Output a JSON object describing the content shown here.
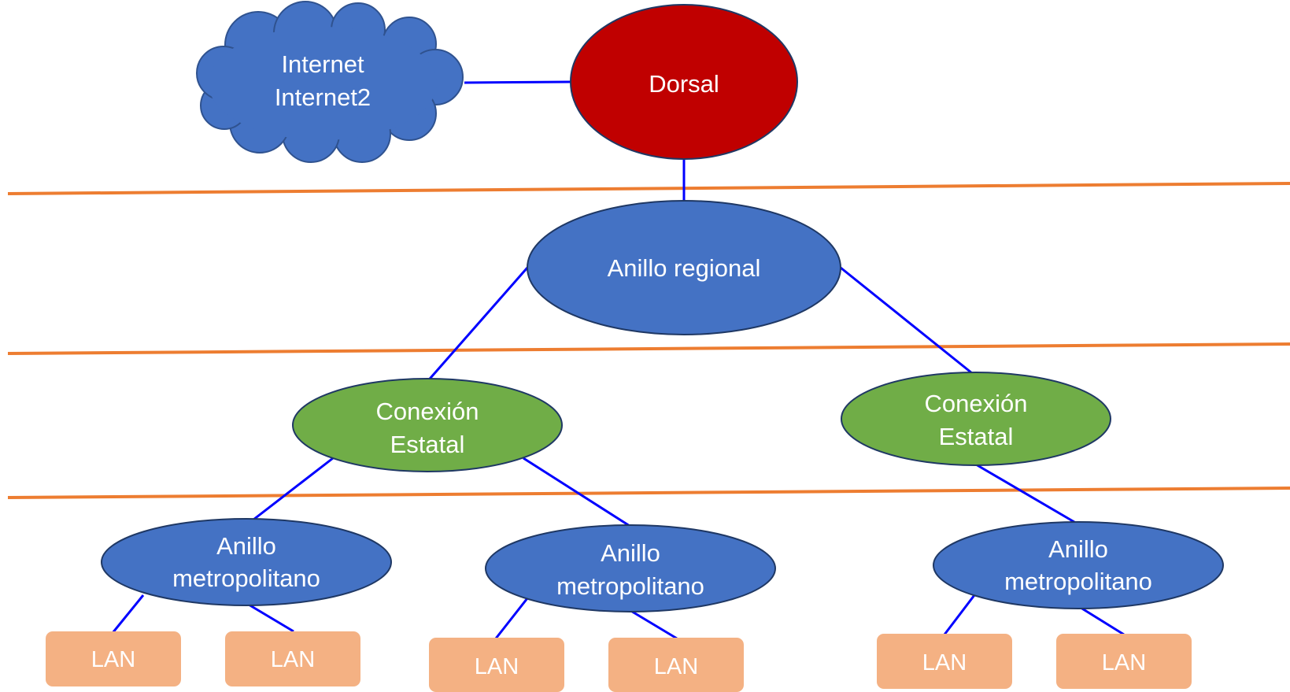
{
  "colors": {
    "background": "#ffffff",
    "cloud_fill": "#4472c4",
    "cloud_stroke": "#2f528f",
    "backbone_fill": "#c00000",
    "regional_fill": "#4472c4",
    "state_fill": "#70ad47",
    "metro_fill": "#4472c4",
    "lan_fill": "#f4b183",
    "node_stroke": "#1f3864",
    "connector": "#0000ff",
    "tier_divider": "#ed7d31",
    "light_text": "#ffffff"
  },
  "cloud": {
    "label_line1": "Internet",
    "label_line2": "Internet2"
  },
  "backbone": {
    "label": "Dorsal"
  },
  "regional_ring": {
    "label": "Anillo regional"
  },
  "state_connections": [
    {
      "label_line1": "Conexión",
      "label_line2": "Estatal"
    },
    {
      "label_line1": "Conexión",
      "label_line2": "Estatal"
    }
  ],
  "metro_rings": [
    {
      "label_line1": "Anillo",
      "label_line2": "metropolitano"
    },
    {
      "label_line1": "Anillo",
      "label_line2": "metropolitano"
    },
    {
      "label_line1": "Anillo",
      "label_line2": "metropolitano"
    }
  ],
  "lans": [
    {
      "label": "LAN"
    },
    {
      "label": "LAN"
    },
    {
      "label": "LAN"
    },
    {
      "label": "LAN"
    },
    {
      "label": "LAN"
    },
    {
      "label": "LAN"
    }
  ]
}
